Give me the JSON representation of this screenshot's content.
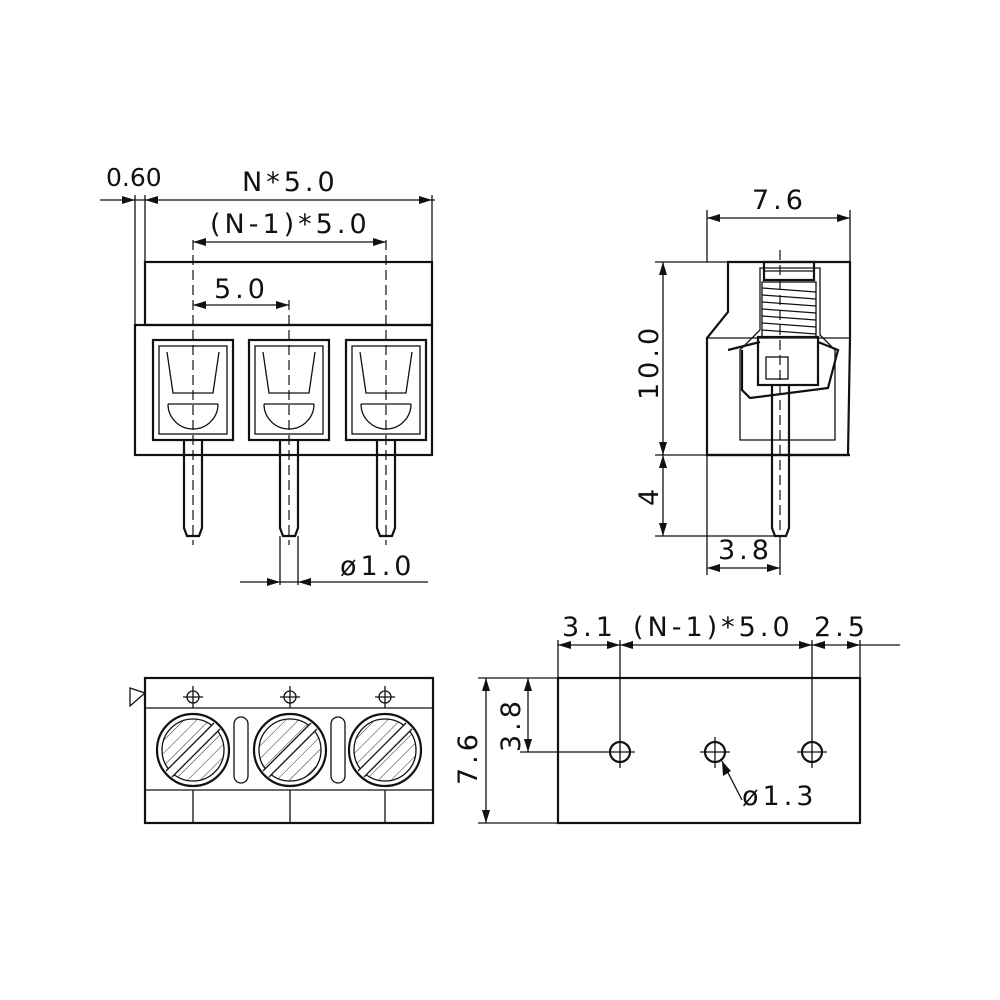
{
  "front_view": {
    "dim_wall": "0.60",
    "dim_total": "N*5.0",
    "dim_span": "(N-1)*5.0",
    "dim_pitch": "5.0",
    "dim_pin_dia": "ø1.0"
  },
  "side_view": {
    "dim_width": "7.6",
    "dim_height": "10.0",
    "dim_pin_len": "4",
    "dim_pin_offset": "3.8"
  },
  "pcb_view": {
    "dim_left_edge": "3.1",
    "dim_span": "(N-1)*5.0",
    "dim_right_edge": "2.5",
    "dim_hole_row": "3.8",
    "dim_depth": "7.6",
    "dim_hole_dia": "ø1.3"
  },
  "colors": {
    "line": "#111111",
    "background": "#ffffff"
  }
}
